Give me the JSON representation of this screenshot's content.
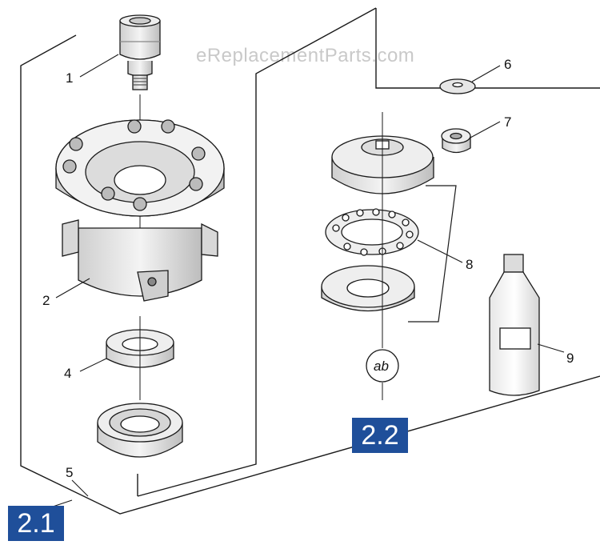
{
  "watermark": "eReplacementParts.com",
  "sections": [
    {
      "id": "section-2-1",
      "label": "2.1"
    },
    {
      "id": "section-2-2",
      "label": "2.2"
    }
  ],
  "callouts": [
    {
      "id": "1",
      "label": "1"
    },
    {
      "id": "2",
      "label": "2"
    },
    {
      "id": "4",
      "label": "4"
    },
    {
      "id": "5",
      "label": "5"
    },
    {
      "id": "6",
      "label": "6"
    },
    {
      "id": "7",
      "label": "7"
    },
    {
      "id": "8",
      "label": "8"
    },
    {
      "id": "9",
      "label": "9"
    }
  ],
  "ab_marker": "ab",
  "colors": {
    "line": "#1a1a1a",
    "badge": "#1f4f9a",
    "watermark": "#c9c9c9"
  }
}
